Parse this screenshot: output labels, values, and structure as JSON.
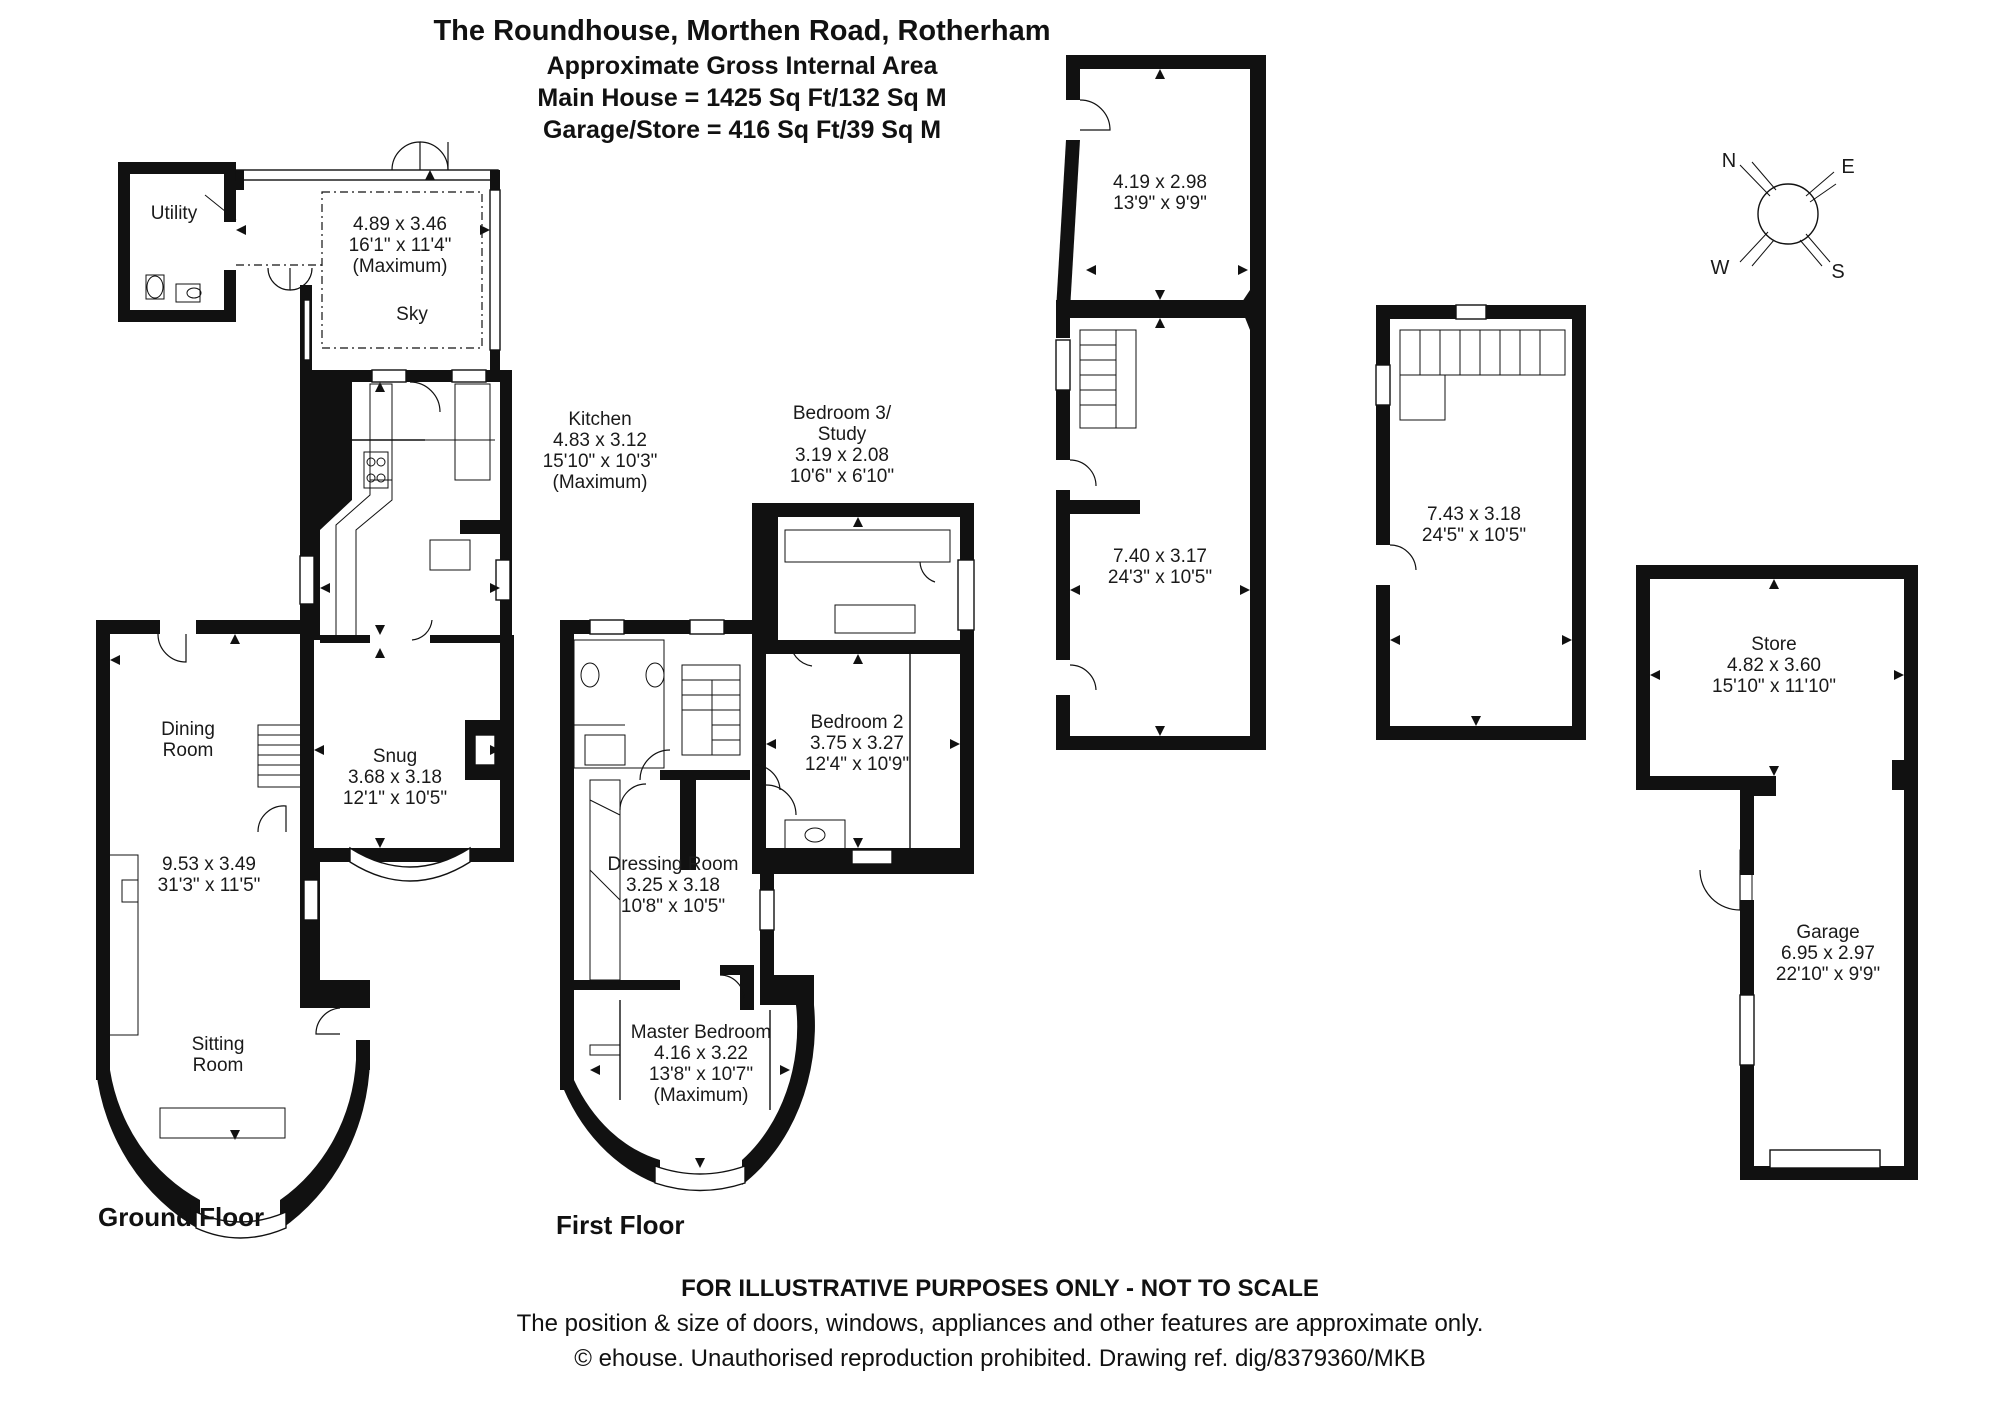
{
  "header": {
    "title": "The Roundhouse, Morthen Road, Rotherham",
    "line2": "Approximate Gross Internal Area",
    "line3": "Main House = 1425 Sq Ft/132 Sq M",
    "line4": "Garage/Store = 416 Sq Ft/39 Sq M"
  },
  "floors": {
    "ground": "Ground Floor",
    "first": "First Floor"
  },
  "rooms": {
    "utility": {
      "name": "Utility"
    },
    "sky": {
      "l1": "4.89 x 3.46",
      "l2": "16'1\" x 11'4\"",
      "l3": "(Maximum)",
      "name": "Sky"
    },
    "kitchen": {
      "name": "Kitchen",
      "l1": "4.83 x 3.12",
      "l2": "15'10\" x 10'3\"",
      "l3": "(Maximum)"
    },
    "snug": {
      "name": "Snug",
      "l1": "3.68 x 3.18",
      "l2": "12'1\" x 10'5\""
    },
    "dining": {
      "l1": "Dining",
      "l2": "Room"
    },
    "living": {
      "l1": "9.53 x 3.49",
      "l2": "31'3\" x 11'5\""
    },
    "sitting": {
      "l1": "Sitting",
      "l2": "Room"
    },
    "bedroom3": {
      "l1": "Bedroom 3/",
      "l2": "Study",
      "l3": "3.19 x 2.08",
      "l4": "10'6\" x 6'10\""
    },
    "bedroom2": {
      "name": "Bedroom 2",
      "l1": "3.75 x 3.27",
      "l2": "12'4\" x 10'9\""
    },
    "dressing": {
      "name": "Dressing Room",
      "l1": "3.25 x 3.18",
      "l2": "10'8\" x 10'5\""
    },
    "master": {
      "name": "Master Bedroom",
      "l1": "4.16 x 3.22",
      "l2": "13'8\" x 10'7\"",
      "l3": "(Maximum)"
    },
    "outA": {
      "l1": "4.19 x 2.98",
      "l2": "13'9\" x 9'9\""
    },
    "outB": {
      "l1": "7.40 x 3.17",
      "l2": "24'3\" x 10'5\""
    },
    "outC": {
      "l1": "7.43 x 3.18",
      "l2": "24'5\" x 10'5\""
    },
    "store": {
      "name": "Store",
      "l1": "4.82 x 3.60",
      "l2": "15'10\" x 11'10\""
    },
    "garage": {
      "name": "Garage",
      "l1": "6.95 x 2.97",
      "l2": "22'10\" x 9'9\""
    }
  },
  "compass": {
    "n": "N",
    "e": "E",
    "s": "S",
    "w": "W"
  },
  "footer": {
    "line1": "FOR ILLUSTRATIVE PURPOSES ONLY - NOT TO SCALE",
    "line2": "The position & size of doors, windows, appliances and other features are approximate only.",
    "line3": "© ehouse. Unauthorised reproduction prohibited. Drawing ref. dig/8379360/MKB"
  }
}
